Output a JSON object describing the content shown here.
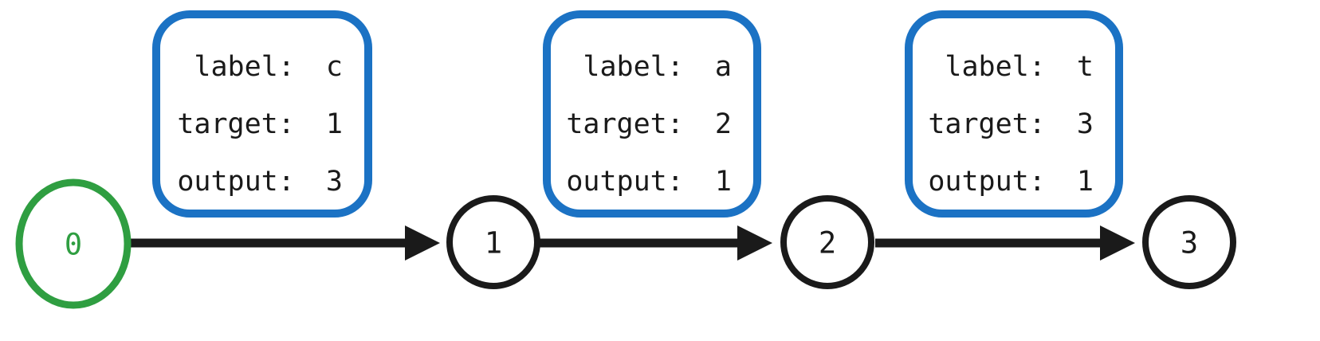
{
  "diagram": {
    "type": "directed-graph",
    "background_color": "#ffffff",
    "colors": {
      "start_node_stroke": "#2f9e41",
      "node_stroke": "#1a1a1a",
      "edge_stroke": "#1a1a1a",
      "annotation_border": "#1b72c4",
      "text": "#1a1a1a"
    },
    "nodes": [
      {
        "id": "node-0",
        "label": "0",
        "shape": "ellipse",
        "role": "start",
        "stroke": "#2f9e41"
      },
      {
        "id": "node-1",
        "label": "1",
        "shape": "circle",
        "role": "state",
        "stroke": "#1a1a1a"
      },
      {
        "id": "node-2",
        "label": "2",
        "shape": "circle",
        "role": "state",
        "stroke": "#1a1a1a"
      },
      {
        "id": "node-3",
        "label": "3",
        "shape": "circle",
        "role": "state",
        "stroke": "#1a1a1a"
      }
    ],
    "edges": [
      {
        "id": "edge-0-1",
        "from": "0",
        "to": "1"
      },
      {
        "id": "edge-1-2",
        "from": "1",
        "to": "2"
      },
      {
        "id": "edge-2-3",
        "from": "2",
        "to": "3"
      }
    ],
    "annotations": [
      {
        "id": "annotation-1",
        "for_edge": "edge-0-1",
        "rows": [
          {
            "key": "label:",
            "value": "c"
          },
          {
            "key": "target:",
            "value": "1"
          },
          {
            "key": "output:",
            "value": "3"
          }
        ]
      },
      {
        "id": "annotation-2",
        "for_edge": "edge-1-2",
        "rows": [
          {
            "key": "label:",
            "value": "a"
          },
          {
            "key": "target:",
            "value": "2"
          },
          {
            "key": "output:",
            "value": "1"
          }
        ]
      },
      {
        "id": "annotation-3",
        "for_edge": "edge-2-3",
        "rows": [
          {
            "key": "label:",
            "value": "t"
          },
          {
            "key": "target:",
            "value": "3"
          },
          {
            "key": "output:",
            "value": "1"
          }
        ]
      }
    ]
  }
}
